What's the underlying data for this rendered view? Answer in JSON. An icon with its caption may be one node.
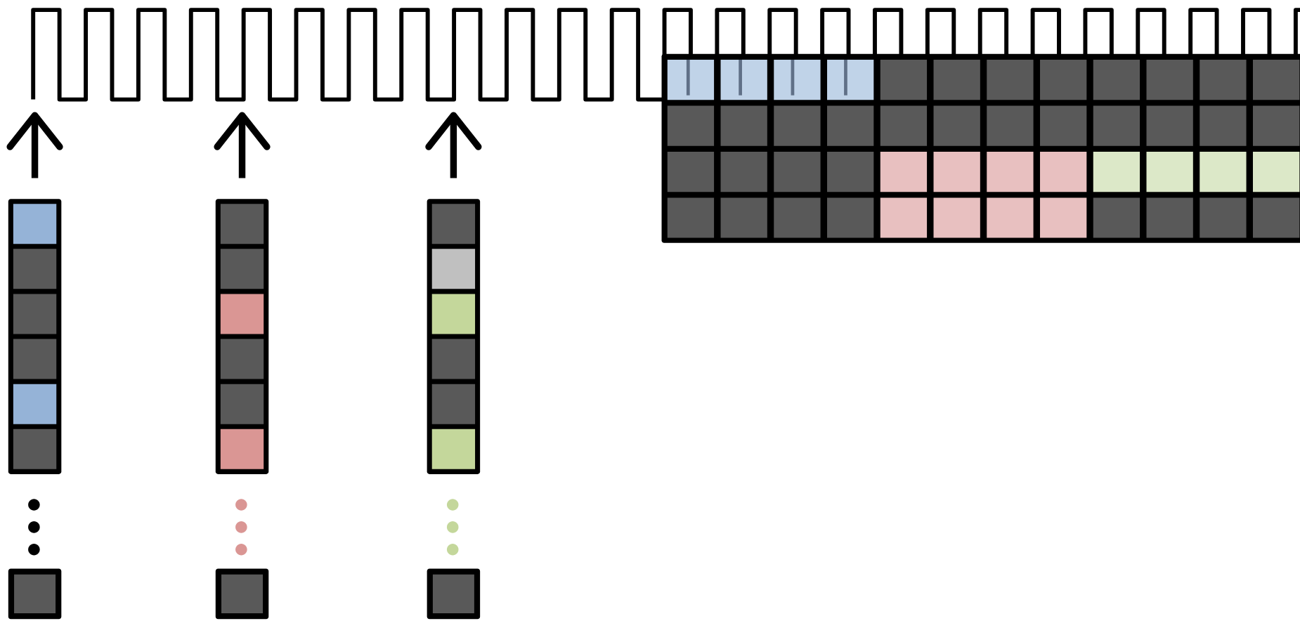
{
  "diagram": {
    "nodes": [
      {
        "text": [],
        "shape": "wave"
      },
      {
        "text": [],
        "shape": "bar"
      },
      {
        "text": [],
        "shape": "bar"
      },
      {
        "text": [],
        "shape": "bar"
      }
    ],
    "edges": [
      {
        "from": 1,
        "to": 0,
        "arrow": "to"
      },
      {
        "from": 2,
        "to": 0,
        "arrow": "to"
      },
      {
        "from": 3,
        "to": 0,
        "arrow": "to"
      }
    ]
  }
}
